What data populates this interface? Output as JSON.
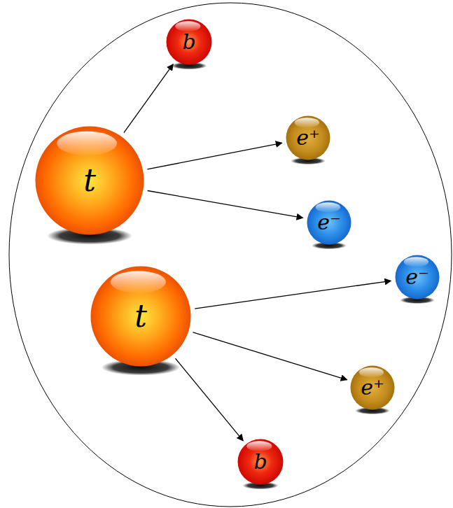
{
  "diagram": {
    "nodes": [
      {
        "text": [
          "b"
        ]
      },
      {
        "text": [
          "e⁺"
        ]
      },
      {
        "text": [
          "t"
        ]
      },
      {
        "text": [
          "e⁻"
        ]
      },
      {
        "text": [
          "e⁻"
        ]
      },
      {
        "text": [
          "t"
        ]
      },
      {
        "text": [
          "e⁺"
        ]
      },
      {
        "text": [
          "b"
        ]
      }
    ],
    "edges": [
      {
        "from": 2,
        "to": 0,
        "arrow": "to"
      },
      {
        "from": 2,
        "to": 1,
        "arrow": "to"
      },
      {
        "from": 2,
        "to": 3,
        "arrow": "to"
      },
      {
        "from": 5,
        "to": 4,
        "arrow": "to"
      },
      {
        "from": 5,
        "to": 6,
        "arrow": "to"
      },
      {
        "from": 5,
        "to": 7,
        "arrow": "to"
      }
    ]
  }
}
